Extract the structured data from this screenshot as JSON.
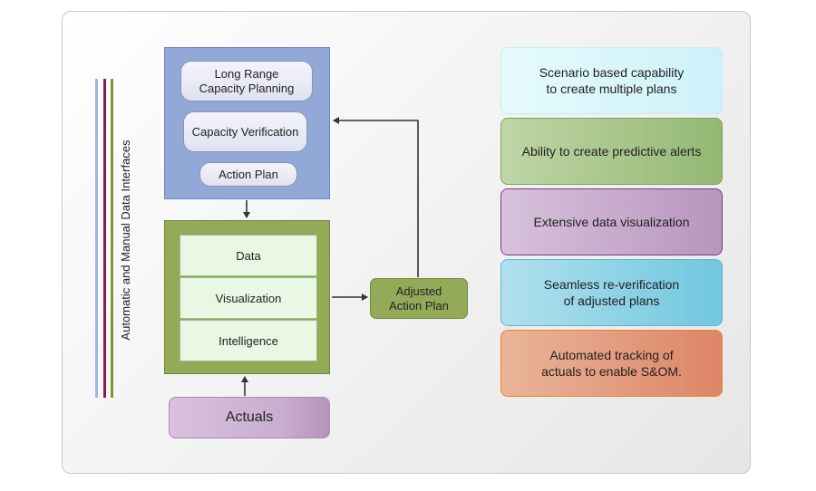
{
  "side_label": "Automatic and Manual Data Interfaces",
  "side_lines": [
    "#9fb4e0",
    "#8b1a52",
    "#7a9a3a"
  ],
  "plan_box": {
    "items": [
      "Long Range\nCapacity Planning",
      "Capacity Verification",
      "Action Plan"
    ]
  },
  "data_box": {
    "items": [
      "Data",
      "Visualization",
      "Intelligence"
    ]
  },
  "actuals": "Actuals",
  "adjusted_plan": "Adjusted\nAction Plan",
  "features": [
    {
      "text": "Scenario based capability\nto create multiple plans",
      "color": "#d9f6fb"
    },
    {
      "text": "Ability to create predictive alerts",
      "color": "#a6c487"
    },
    {
      "text": "Extensive data visualization",
      "color": "#c6a7cc"
    },
    {
      "text": "Seamless re-verification\nof adjusted plans",
      "color": "#8fd1e3"
    },
    {
      "text": "Automated tracking of\nactuals to enable S&OM.",
      "color": "#e49a78"
    }
  ]
}
